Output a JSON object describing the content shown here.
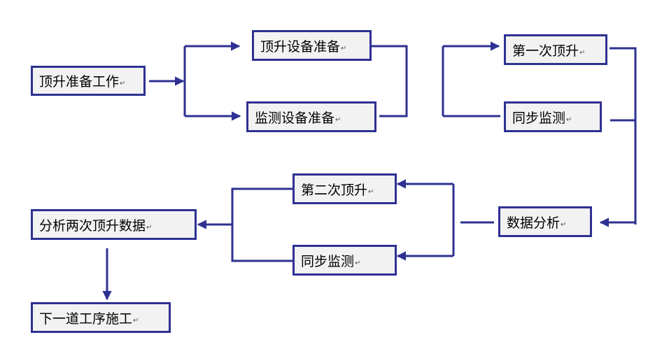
{
  "paragraph_mark": "↵",
  "colors": {
    "line": "#2e3192",
    "box_fill": "#f2f2f2"
  },
  "nodes": {
    "lift_prep": "顶升准备工作",
    "lift_equipment_prep": "顶升设备准备",
    "monitor_equipment_prep": "监测设备准备",
    "first_lift": "第一次顶升",
    "sync_monitor_1": "同步监测",
    "data_analysis": "数据分析",
    "second_lift": "第二次顶升",
    "sync_monitor_2": "同步监测",
    "analyze_two_lifts": "分析两次顶升数据",
    "next_process": "下一道工序施工"
  }
}
